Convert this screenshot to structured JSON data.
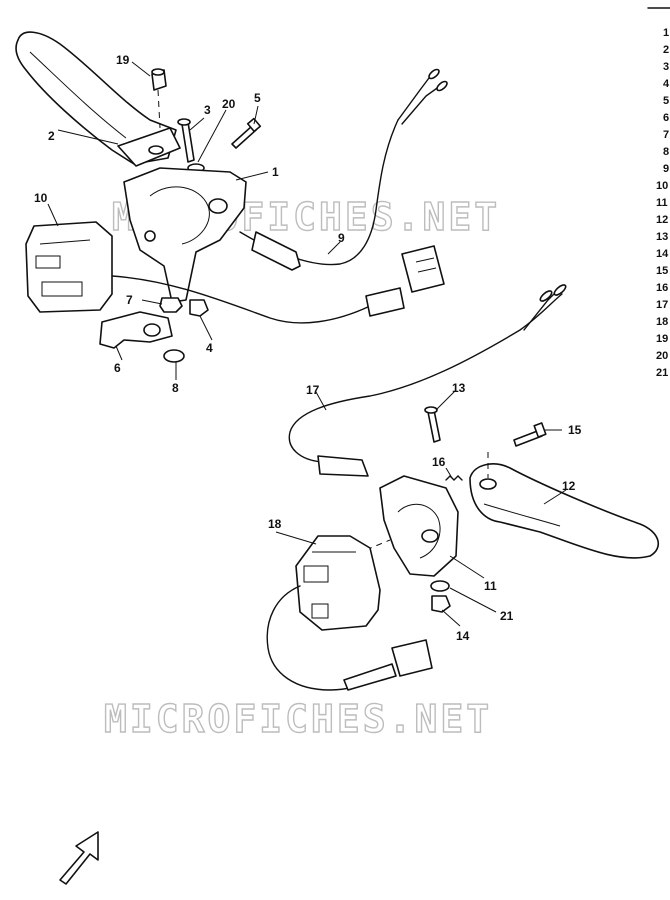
{
  "watermarks": [
    "MICROFICHES.NET",
    "MICROFICHES.NET"
  ],
  "callouts": [
    "1",
    "2",
    "3",
    "4",
    "5",
    "6",
    "7",
    "8",
    "9",
    "10",
    "11",
    "12",
    "13",
    "14",
    "15",
    "16",
    "17",
    "18",
    "19",
    "20",
    "21"
  ],
  "legend_index": [
    "1",
    "2",
    "3",
    "4",
    "5",
    "6",
    "7",
    "8",
    "9",
    "10",
    "11",
    "12",
    "13",
    "14",
    "15",
    "16",
    "17",
    "18",
    "19",
    "20",
    "21"
  ]
}
